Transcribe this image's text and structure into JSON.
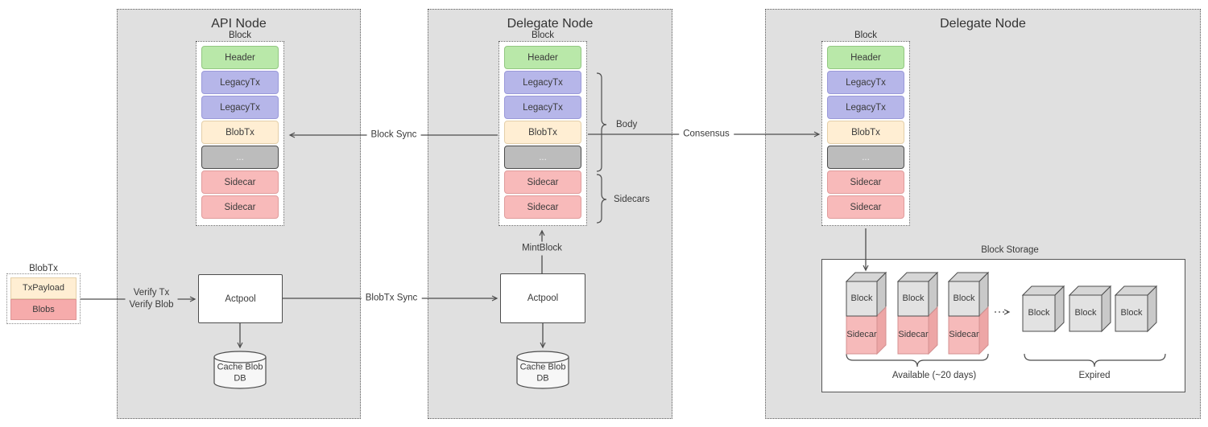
{
  "nodes": {
    "api": {
      "title": "API Node"
    },
    "delegate1": {
      "title": "Delegate Node"
    },
    "delegate2": {
      "title": "Delegate Node"
    }
  },
  "block": {
    "label": "Block",
    "items": [
      {
        "label": "Header",
        "type": "header"
      },
      {
        "label": "LegacyTx",
        "type": "legacy"
      },
      {
        "label": "LegacyTx",
        "type": "legacy"
      },
      {
        "label": "BlobTx",
        "type": "blob"
      },
      {
        "label": "...",
        "type": "etc"
      },
      {
        "label": "Sidecar",
        "type": "sidecar"
      },
      {
        "label": "Sidecar",
        "type": "sidecar"
      }
    ]
  },
  "braces": {
    "body": "Body",
    "sidecars": "Sidecars"
  },
  "blobtx_input": {
    "label": "BlobTx",
    "tx_payload": "TxPayload",
    "blobs": "Blobs"
  },
  "actpool": {
    "label": "Actpool"
  },
  "cache_db": {
    "line1": "Cache Blob",
    "line2": "DB"
  },
  "edges": {
    "verify": {
      "line1": "Verify Tx",
      "line2": "Verify Blob"
    },
    "blobtx_sync": "BlobTx Sync",
    "block_sync": "Block Sync",
    "consensus": "Consensus",
    "mint_block": "MintBlock"
  },
  "storage": {
    "title": "Block Storage",
    "available": {
      "label": "Available (~20 days)",
      "cubes": [
        {
          "block": "Block",
          "sidecar": "Sidecar"
        },
        {
          "block": "Block",
          "sidecar": "Sidecar"
        },
        {
          "block": "Block",
          "sidecar": "Sidecar"
        }
      ]
    },
    "expired": {
      "label": "Expired",
      "cubes": [
        {
          "block": "Block"
        },
        {
          "block": "Block"
        },
        {
          "block": "Block"
        }
      ]
    }
  },
  "colors": {
    "node_bg": "#e0e0e0",
    "header_green": "#b9e8a9",
    "legacy_purple": "#b6b6e9",
    "blob_cream": "#ffeed3",
    "etc_gray": "#bcbcbc",
    "sidecar_pink": "#f8baba",
    "line": "#4d4d4d",
    "white": "#ffffff"
  }
}
